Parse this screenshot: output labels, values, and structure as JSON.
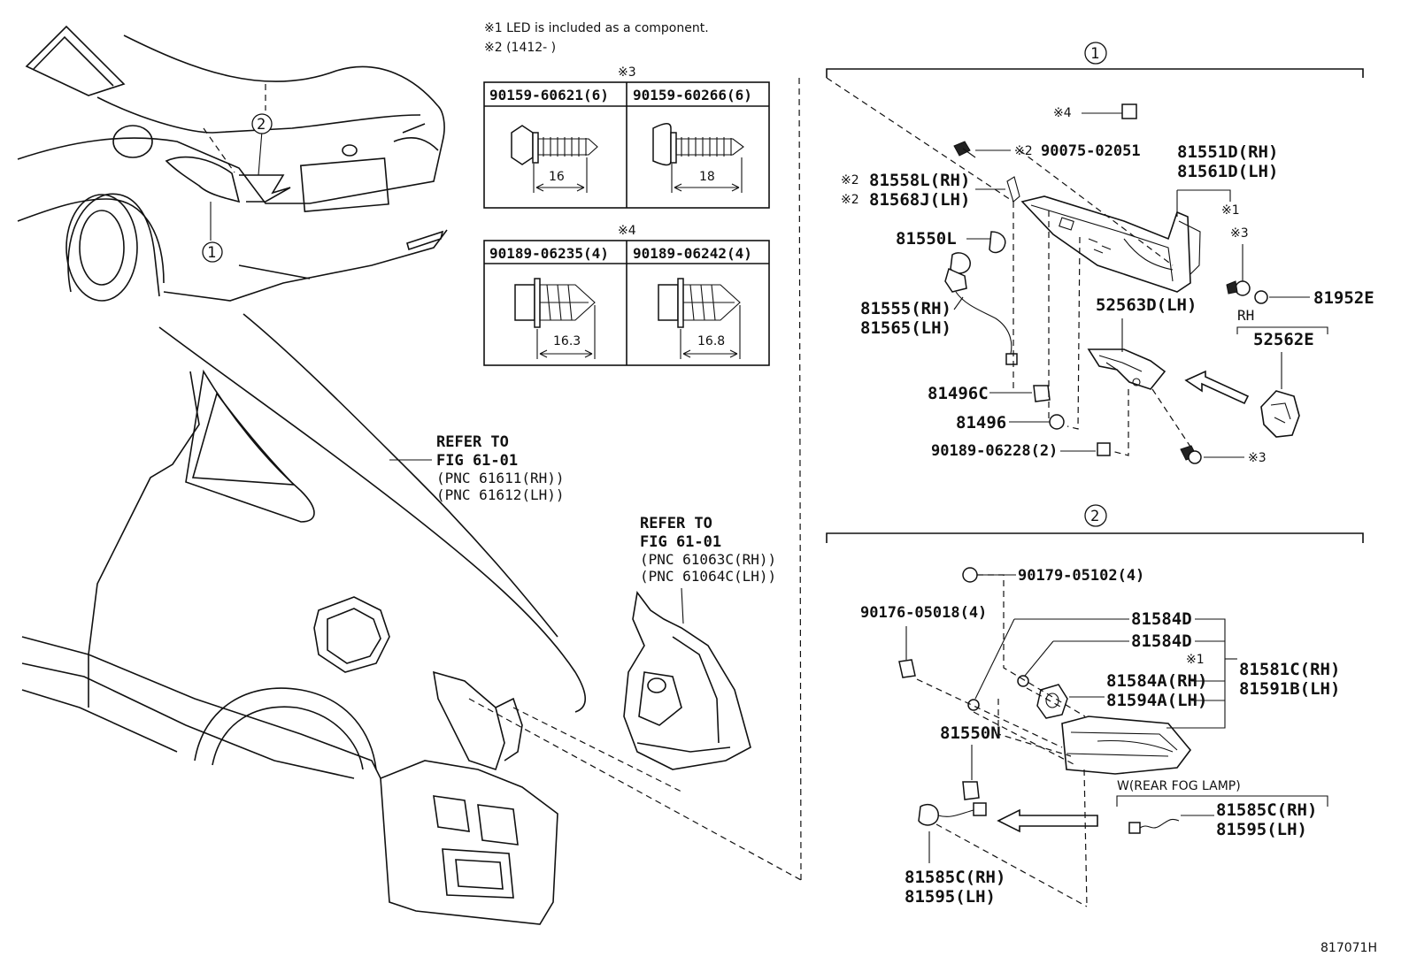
{
  "notes": {
    "n1": "※1 LED is included as a component.",
    "n2": "※2 (1412-      )"
  },
  "fastener_tables": {
    "s3_mark": "※3",
    "s3_col1": "90159-60621(6)",
    "s3_col2": "90159-60266(6)",
    "s3_len1": "16",
    "s3_len2": "18",
    "s4_mark": "※4",
    "s4_col1": "90189-06235(4)",
    "s4_col2": "90189-06242(4)",
    "s4_len1": "16.3",
    "s4_len2": "16.8"
  },
  "overview": {
    "callout_1": "1",
    "callout_2": "2"
  },
  "refs": {
    "ref1_l1": "REFER TO",
    "ref1_l2": "FIG 61-01",
    "ref1_l3": "(PNC 61611(RH))",
    "ref1_l4": "(PNC 61612(LH))",
    "ref2_l1": "REFER TO",
    "ref2_l2": "FIG 61-01",
    "ref2_l3": "(PNC 61063C(RH))",
    "ref2_l4": "(PNC 61064C(LH))"
  },
  "group1": {
    "number": "1",
    "p_s4": "※4",
    "p_90075_mark": "※2",
    "p_90075": "90075-02051",
    "p_81551d": "81551D(RH)",
    "p_81561d": "81561D(LH)",
    "p_81558l_mark": "※2",
    "p_81558l": "81558L(RH)",
    "p_81568j_mark": "※2",
    "p_81568j": "81568J(LH)",
    "p_s1": "※1",
    "p_s3a": "※3",
    "p_81550l": "81550L",
    "p_81952e": "81952E",
    "p_81555": "81555(RH)",
    "p_81565": "81565(LH)",
    "p_52563d": "52563D(LH)",
    "p_rh": "RH",
    "p_52562e": "52562E",
    "p_81496c": "81496C",
    "p_81496": "81496",
    "p_90189": "90189-06228(2)",
    "p_s3b": "※3"
  },
  "group2": {
    "number": "2",
    "p_90179": "90179-05102(4)",
    "p_90176": "90176-05018(4)",
    "p_81584d_a": "81584D",
    "p_81584d_b": "81584D",
    "p_s1": "※1",
    "p_81581c": "81581C(RH)",
    "p_81591b": "81591B(LH)",
    "p_81584a": "81584A(RH)",
    "p_81594a": "81594A(LH)",
    "p_81550n": "81550N",
    "p_fog": "W(REAR FOG LAMP)",
    "p_81585c_a": "81585C(RH)",
    "p_81595_a": "81595(LH)",
    "p_81585c_b": "81585C(RH)",
    "p_81595_b": "81595(LH)"
  },
  "figure_id": "817071H"
}
